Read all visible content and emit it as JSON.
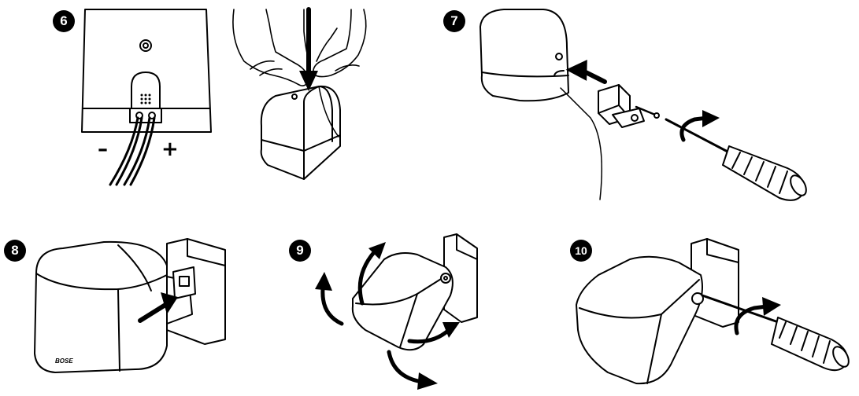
{
  "steps": [
    {
      "number": "6"
    },
    {
      "number": "7"
    },
    {
      "number": "8"
    },
    {
      "number": "9"
    },
    {
      "number": "10"
    }
  ],
  "polarity": {
    "negative": "–",
    "positive": "+"
  },
  "brand": "BOSE",
  "colors": {
    "line": "#000000",
    "fill": "#ffffff",
    "shade": "#e6e6e6"
  }
}
